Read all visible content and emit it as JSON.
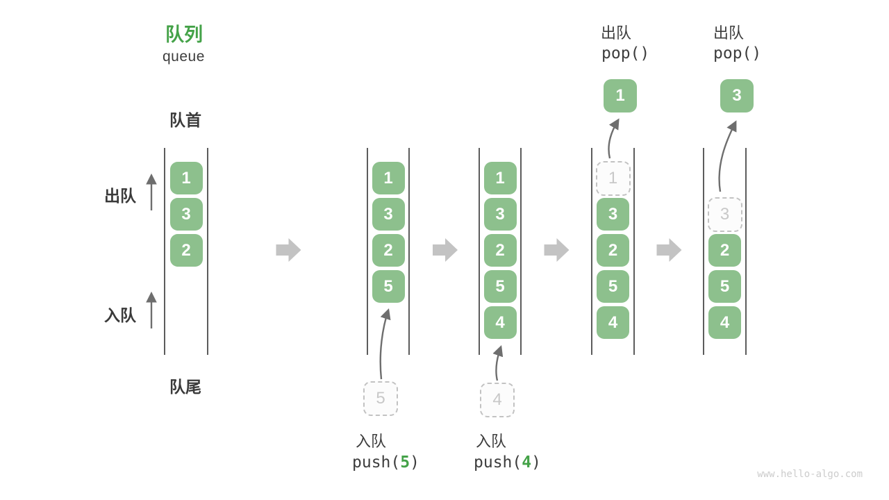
{
  "title": {
    "zh": "队列",
    "en": "queue"
  },
  "side_labels": {
    "front": "队首",
    "rear": "队尾",
    "dequeue": "出队",
    "enqueue": "入队"
  },
  "watermark": "www.hello-algo.com",
  "colors": {
    "accent_green": "#44a248",
    "box_green": "#8dc08d",
    "box_number": "#ffffff",
    "ghost_border": "#c2c2c2",
    "ghost_number": "#c8c8c8",
    "label_dark": "#3d3d3d",
    "thin_arrow": "#6e6e6e",
    "block_arrow": "#c3c3c3",
    "channel_wall": "#5c5c5c"
  },
  "steps": [
    {
      "id": "initial",
      "cells": [
        {
          "slot": 0,
          "value": "1",
          "kind": "solid"
        },
        {
          "slot": 1,
          "value": "3",
          "kind": "solid"
        },
        {
          "slot": 2,
          "value": "2",
          "kind": "solid"
        }
      ]
    },
    {
      "id": "push-5",
      "cells": [
        {
          "slot": 0,
          "value": "1",
          "kind": "solid"
        },
        {
          "slot": 1,
          "value": "3",
          "kind": "solid"
        },
        {
          "slot": 2,
          "value": "2",
          "kind": "solid"
        },
        {
          "slot": 3,
          "value": "5",
          "kind": "solid"
        }
      ],
      "incoming_value": "5",
      "op": {
        "label": "入队",
        "code": [
          {
            "text": "push(",
            "green": false
          },
          {
            "text": "5",
            "green": true
          },
          {
            "text": ")",
            "green": false
          }
        ]
      }
    },
    {
      "id": "push-4",
      "cells": [
        {
          "slot": 0,
          "value": "1",
          "kind": "solid"
        },
        {
          "slot": 1,
          "value": "3",
          "kind": "solid"
        },
        {
          "slot": 2,
          "value": "2",
          "kind": "solid"
        },
        {
          "slot": 3,
          "value": "5",
          "kind": "solid"
        },
        {
          "slot": 4,
          "value": "4",
          "kind": "solid"
        }
      ],
      "incoming_value": "4",
      "op": {
        "label": "入队",
        "code": [
          {
            "text": "push(",
            "green": false
          },
          {
            "text": "4",
            "green": true
          },
          {
            "text": ")",
            "green": false
          }
        ]
      }
    },
    {
      "id": "pop-1",
      "cells": [
        {
          "slot": 0,
          "value": "1",
          "kind": "ghost"
        },
        {
          "slot": 1,
          "value": "3",
          "kind": "solid"
        },
        {
          "slot": 2,
          "value": "2",
          "kind": "solid"
        },
        {
          "slot": 3,
          "value": "5",
          "kind": "solid"
        },
        {
          "slot": 4,
          "value": "4",
          "kind": "solid"
        }
      ],
      "popped_value": "1",
      "op": {
        "label": "出队",
        "code": [
          {
            "text": "pop()",
            "green": false
          }
        ]
      }
    },
    {
      "id": "pop-3",
      "cells": [
        {
          "slot": 1,
          "value": "3",
          "kind": "ghost"
        },
        {
          "slot": 2,
          "value": "2",
          "kind": "solid"
        },
        {
          "slot": 3,
          "value": "5",
          "kind": "solid"
        },
        {
          "slot": 4,
          "value": "4",
          "kind": "solid"
        }
      ],
      "popped_value": "3",
      "op": {
        "label": "出队",
        "code": [
          {
            "text": "pop()",
            "green": false
          }
        ]
      }
    }
  ]
}
